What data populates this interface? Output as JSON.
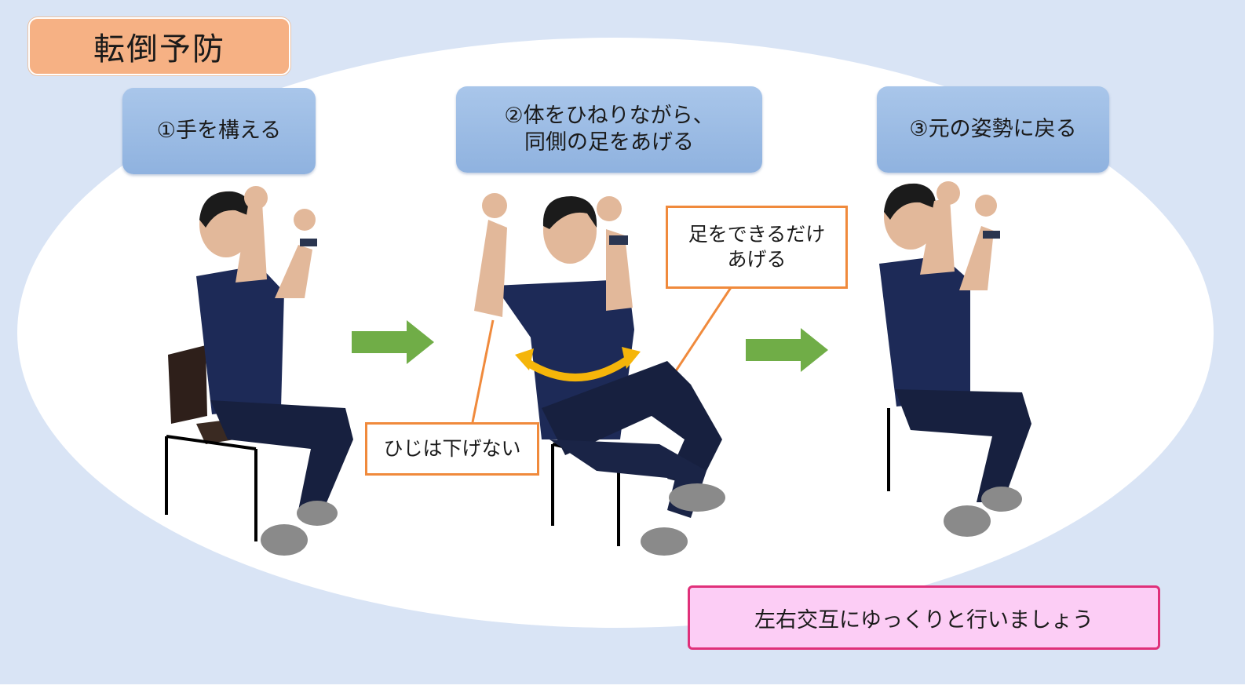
{
  "title": "転倒予防",
  "steps": [
    {
      "line1": "①手を構える",
      "line2": ""
    },
    {
      "line1": "②体をひねりながら、",
      "line2": "同側の足をあげる"
    },
    {
      "line1": "③元の姿勢に戻る",
      "line2": ""
    }
  ],
  "notes": {
    "lift_leg": {
      "line1": "足をできるだけ",
      "line2": "あげる"
    },
    "elbow": "ひじは下げない"
  },
  "bottom_note": "左右交互にゆっくりと行いましょう",
  "colors": {
    "background": "#d9e4f5",
    "title_box": "#f6b184",
    "step_box": "#9dbce5",
    "note_border": "#f08a3c",
    "bottom_box": "#fccdf5",
    "bottom_border": "#e0307a",
    "arrow": "#70ad47",
    "twist_arrow": "#f5b50a",
    "shirt": "#1d2a57"
  },
  "icons": [
    "right-arrow-icon",
    "twist-arrow-icon"
  ]
}
